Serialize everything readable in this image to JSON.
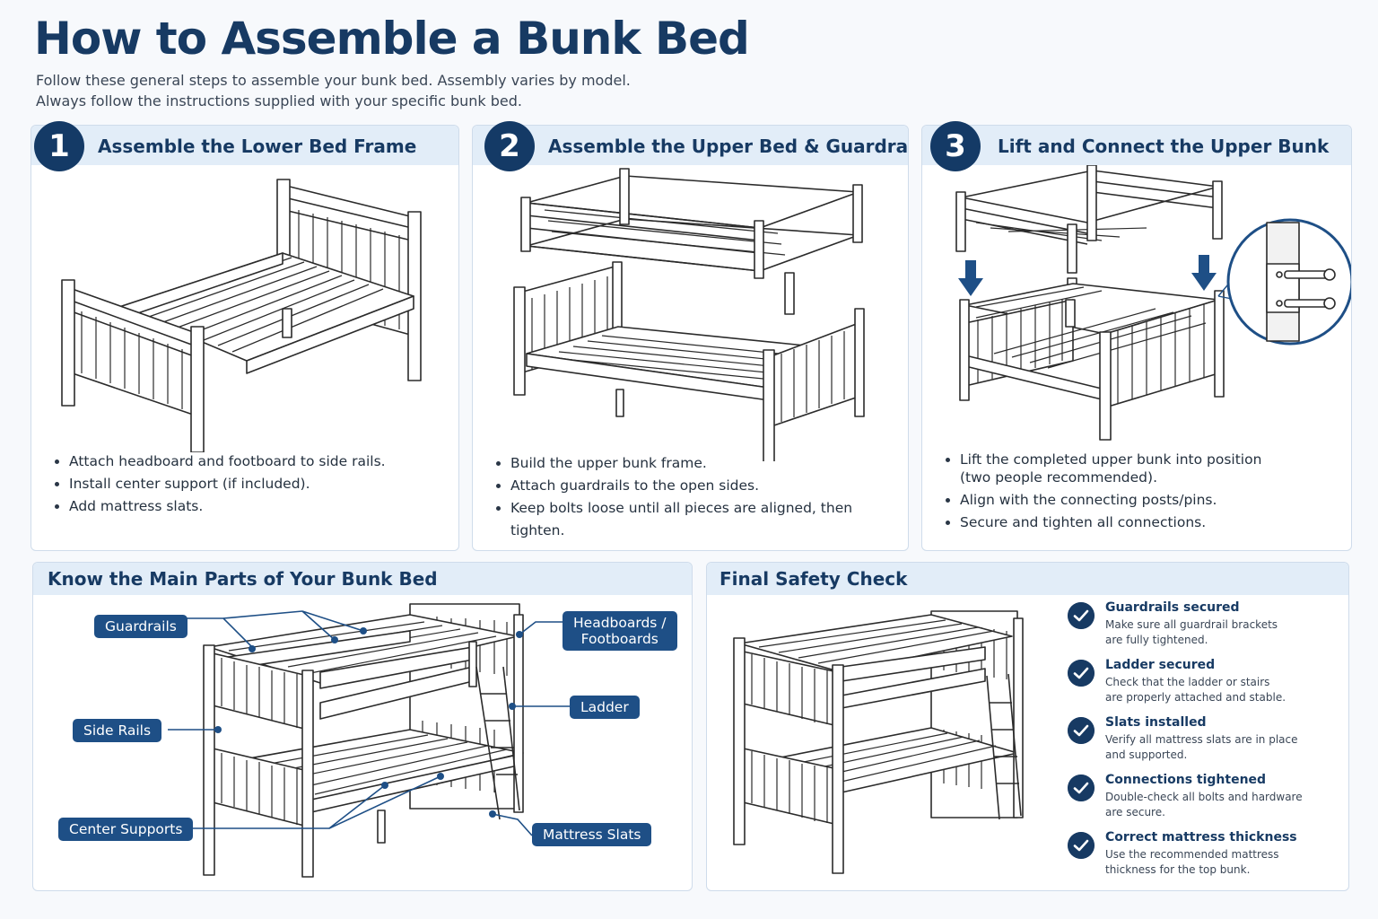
{
  "title": "How to Assemble a Bunk Bed",
  "intro": {
    "line1": "Follow these general steps to assemble your bunk bed. Assembly varies by model.",
    "line2": "Always follow the instructions supplied with your specific bunk bed."
  },
  "steps": [
    {
      "number": "1",
      "title": "Assemble the Lower Bed Frame",
      "bullets": [
        "Attach headboard and footboard to side rails.",
        "Install center support (if included).",
        "Add mattress slats."
      ]
    },
    {
      "number": "2",
      "title": "Assemble the Upper Bed & Guardrails",
      "bullets": [
        "Build the upper bunk frame.",
        "Attach guardrails to the open sides.",
        "Keep bolts loose until all pieces are aligned, then tighten."
      ]
    },
    {
      "number": "3",
      "title": "Lift and Connect the Upper Bunk",
      "bullets": [
        "Lift the completed upper bunk into position",
        "(two people recommended).",
        "Align with the connecting posts/pins.",
        "Secure and tighten all connections."
      ]
    }
  ],
  "parts": {
    "title": "Know the Main Parts of Your Bunk Bed",
    "labels": {
      "guardrails": "Guardrails",
      "headboards_line1": "Headboards /",
      "headboards_line2": "Footboards",
      "ladder": "Ladder",
      "side_rails": "Side Rails",
      "center_supports": "Center Supports",
      "mattress_slats": "Mattress Slats"
    }
  },
  "safety": {
    "title": "Final Safety Check",
    "items": [
      {
        "title": "Guardrails secured",
        "line1": "Make sure all guardrail brackets",
        "line2": "are fully tightened."
      },
      {
        "title": "Ladder secured",
        "line1": "Check that the ladder or stairs",
        "line2": "are properly attached and stable."
      },
      {
        "title": "Slats installed",
        "line1": "Verify all mattress slats are in place",
        "line2": "and supported."
      },
      {
        "title": "Connections tightened",
        "line1": "Double-check all bolts and hardware",
        "line2": "are secure."
      },
      {
        "title": "Correct mattress thickness",
        "line1": "Use the recommended mattress",
        "line2": "thickness for the top bunk."
      }
    ]
  },
  "colors": {
    "navy": "#173a63",
    "tag_blue": "#1e4f86",
    "header_bg": "#e2edf8",
    "card_border": "#cfdceb"
  }
}
